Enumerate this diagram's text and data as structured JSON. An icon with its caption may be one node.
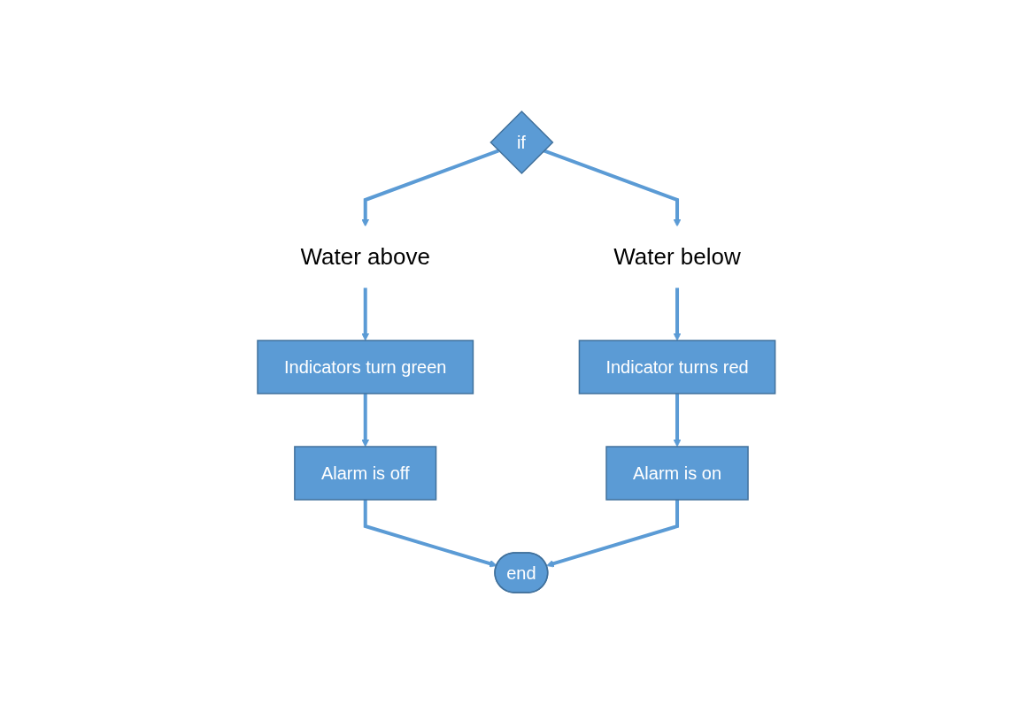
{
  "diagram": {
    "nodes": [
      {
        "text": [
          "if"
        ]
      },
      {
        "text": [
          "Water above"
        ]
      },
      {
        "text": [
          "Water below"
        ]
      },
      {
        "text": [
          "Indicators turn green"
        ]
      },
      {
        "text": [
          "Indicator turns red"
        ]
      },
      {
        "text": [
          "Alarm is off"
        ]
      },
      {
        "text": [
          "Alarm is on"
        ]
      },
      {
        "text": [
          "end"
        ]
      }
    ],
    "edges": [
      {
        "from": 0,
        "to": 1,
        "arrow": "to"
      },
      {
        "from": 0,
        "to": 2,
        "arrow": "to"
      },
      {
        "from": 1,
        "to": 3,
        "arrow": "to"
      },
      {
        "from": 2,
        "to": 4,
        "arrow": "to"
      },
      {
        "from": 3,
        "to": 5,
        "arrow": "to"
      },
      {
        "from": 4,
        "to": 6,
        "arrow": "to"
      },
      {
        "from": 5,
        "to": 7,
        "arrow": "to"
      },
      {
        "from": 6,
        "to": 7,
        "arrow": "to"
      }
    ]
  }
}
